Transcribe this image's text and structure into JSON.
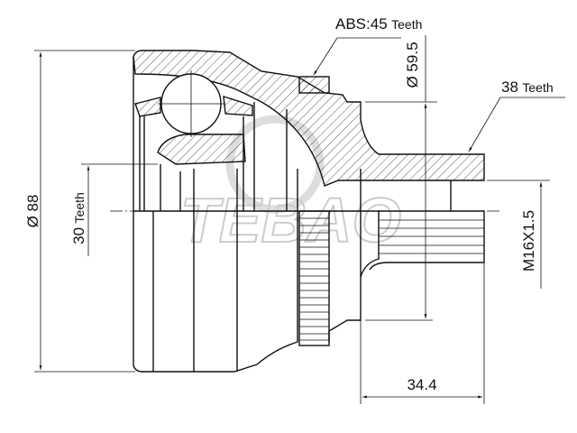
{
  "drawing": {
    "abs_label": "ABS:",
    "abs_teeth_count": "45",
    "abs_teeth_word": "Teeth",
    "outer_diameter": "Ø 88",
    "inner_teeth_count": "30",
    "inner_teeth_word": "Teeth",
    "abs_ring_diameter": "Ø 59.5",
    "shaft_teeth_count": "38",
    "shaft_teeth_word": "Teeth",
    "thread": "M16X1.5",
    "shaft_length": "34.4",
    "watermark": "TEBAO"
  }
}
